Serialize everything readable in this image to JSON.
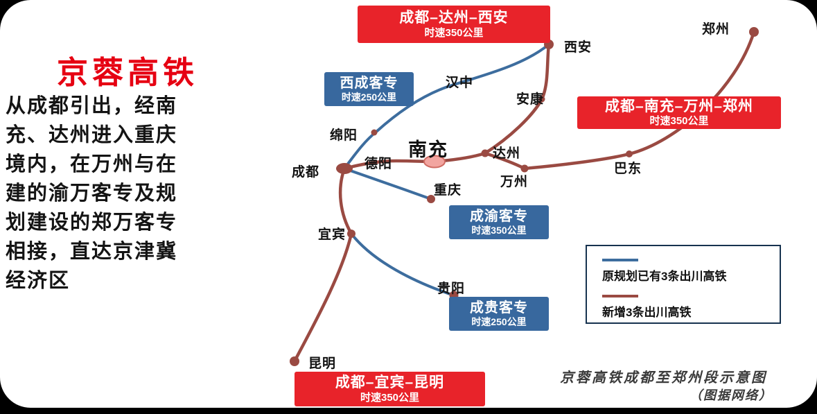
{
  "colors": {
    "new_route_label_bg": "#e8232a",
    "existing_route_label_bg": "#38689e",
    "existing_line": "#3d6d9e",
    "new_line": "#9a4a42",
    "title_red": "#e60012",
    "nanchong_marker_fill": "#f2a5a0",
    "city_dot": "#9a4a42"
  },
  "panel": {
    "title": "京蓉高铁",
    "desc_lines": [
      "从成都引出，经南",
      "充、达州进入重庆",
      "境内，在万州与在",
      "建的渝万客专及规",
      "划建设的郑万客专",
      "相接，直达京津冀",
      "经济区"
    ]
  },
  "route_labels": {
    "new_routes": [
      {
        "name": "成都–达州–西安",
        "speed": "时速350公里"
      },
      {
        "name": "成都–南充–万州–郑州",
        "speed": "时速350公里"
      },
      {
        "name": "成都–宜宾–昆明",
        "speed": "时速350公里"
      }
    ],
    "existing_routes": [
      {
        "name": "西成客专",
        "speed": "时速250公里"
      },
      {
        "name": "成渝客专",
        "speed": "时速350公里"
      },
      {
        "name": "成贵客专",
        "speed": "时速250公里"
      }
    ]
  },
  "cities": {
    "xian": "西安",
    "zhengzhou": "郑州",
    "hanzhong": "汉中",
    "ankang": "安康",
    "mianyang": "绵阳",
    "nanchong": "南充",
    "dazhou": "达州",
    "wanzhou": "万州",
    "badong": "巴东",
    "chengdu": "成都",
    "deyang": "德阳",
    "chongqing": "重庆",
    "yibin": "宜宾",
    "guiyang": "贵阳",
    "kunming": "昆明"
  },
  "legend": {
    "existing_label": "原规划已有3条出川高铁",
    "new_label": "新增3条出川高铁"
  },
  "footer": {
    "caption": "京蓉高铁成都至郑州段示意图",
    "credit": "（图据网络）"
  }
}
